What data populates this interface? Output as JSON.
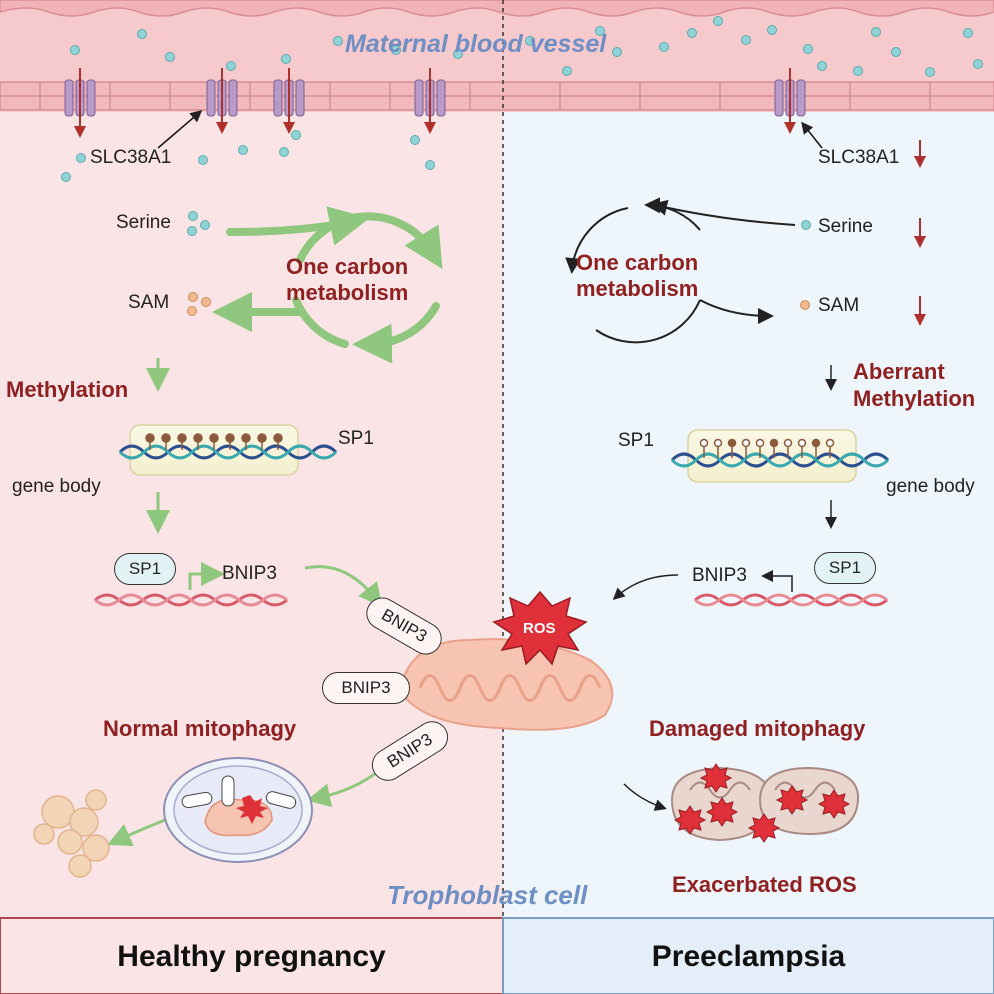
{
  "vessel": {
    "title": "Maternal blood vessel"
  },
  "cell": {
    "title": "Trophoblast cell"
  },
  "left": {
    "transporter": "SLC38A1",
    "serine": "Serine",
    "sam": "SAM",
    "ocm_line1": "One carbon",
    "ocm_line2": "metabolism",
    "methylation": "Methylation",
    "gene_sp1": "SP1",
    "gene_body": "gene body",
    "tf_sp1": "SP1",
    "bnip3_promoter": "BNIP3",
    "bnip3_proteins": [
      "BNIP3",
      "BNIP3",
      "BNIP3"
    ],
    "mitophagy": "Normal mitophagy",
    "lysosome_labels": [
      "BNIP3",
      "BNIP3",
      "BNIP3"
    ],
    "footer": "Healthy pregnancy"
  },
  "right": {
    "transporter": "SLC38A1",
    "serine": "Serine",
    "sam": "SAM",
    "ocm_line1": "One carbon",
    "ocm_line2": "metabolism",
    "methylation_line1": "Aberrant",
    "methylation_line2": "Methylation",
    "gene_sp1": "SP1",
    "gene_body": "gene body",
    "tf_sp1": "SP1",
    "bnip3_promoter": "BNIP3",
    "ros": "ROS",
    "mitophagy": "Damaged mitophagy",
    "damaged_ros": [
      "ROS",
      "ROS",
      "ROS",
      "ROS",
      "ROS",
      "ROS"
    ],
    "exacerbated": "Exacerbated ROS",
    "footer": "Preeclampsia"
  },
  "colors": {
    "left_bg": "#fbe4e5",
    "right_bg": "#eef5fb",
    "vessel": "#f4c0c3",
    "green_arrow": "#8fc77f",
    "red_arrow": "#b0302b",
    "title_red": "#8f2122",
    "italic_blue": "#6f8fc4"
  }
}
